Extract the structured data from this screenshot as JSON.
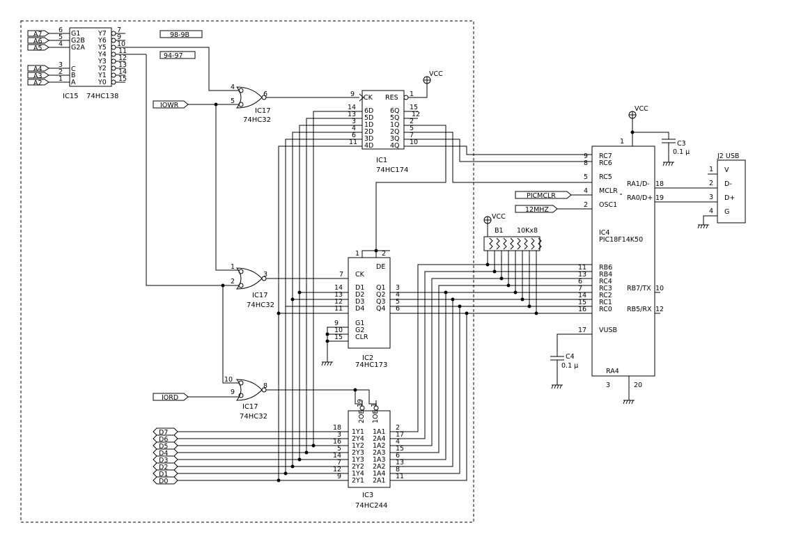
{
  "power": {
    "vcc": "VCC"
  },
  "ic15": {
    "ref": "IC15",
    "part": "74HC138",
    "in_pins": [
      {
        "name": "G1",
        "num": "6",
        "sig": "A7"
      },
      {
        "name": "G2B",
        "num": "5",
        "sig": "A6"
      },
      {
        "name": "G2A",
        "num": "4",
        "sig": "A5"
      },
      {
        "name": "C",
        "num": "3",
        "sig": "A4"
      },
      {
        "name": "B",
        "num": "2",
        "sig": "A3"
      },
      {
        "name": "A",
        "num": "1",
        "sig": "A2"
      }
    ],
    "out_pins": [
      {
        "name": "Y7",
        "num": "7"
      },
      {
        "name": "Y6",
        "num": "9"
      },
      {
        "name": "Y5",
        "num": "10"
      },
      {
        "name": "Y4",
        "num": "11"
      },
      {
        "name": "Y3",
        "num": "12"
      },
      {
        "name": "Y2",
        "num": "13"
      },
      {
        "name": "Y1",
        "num": "14"
      },
      {
        "name": "Y0",
        "num": "15"
      }
    ],
    "range1": "98-9B",
    "range2": "94-97"
  },
  "ic17": {
    "ref": "IC17",
    "part": "74HC32",
    "gate_a": {
      "in1": "4",
      "in2": "5",
      "out": "6"
    },
    "gate_b": {
      "in1": "1",
      "in2": "2",
      "out": "3"
    },
    "gate_c": {
      "in1": "10",
      "in2": "9",
      "out": "8"
    }
  },
  "signals": {
    "iowr": "IOWR",
    "iord": "IORD",
    "picmclr": "PICMCLR",
    "clk": "12MHZ"
  },
  "ic1": {
    "ref": "IC1",
    "part": "74HC174",
    "ck": "CK",
    "ck_num": "9",
    "res": "RES",
    "res_num": "1",
    "d_pins": [
      {
        "name": "6D",
        "num": "14"
      },
      {
        "name": "5D",
        "num": "13"
      },
      {
        "name": "1D",
        "num": "3"
      },
      {
        "name": "2D",
        "num": "4"
      },
      {
        "name": "3D",
        "num": "6"
      },
      {
        "name": "4D",
        "num": "11"
      }
    ],
    "q_pins": [
      {
        "name": "6Q",
        "num": "15"
      },
      {
        "name": "5Q",
        "num": "12"
      },
      {
        "name": "1Q",
        "num": "2"
      },
      {
        "name": "2Q",
        "num": "5"
      },
      {
        "name": "3Q",
        "num": "7"
      },
      {
        "name": "4Q",
        "num": "10"
      }
    ]
  },
  "ic2": {
    "ref": "IC2",
    "part": "74HC173",
    "oe_nums": [
      "1",
      "2"
    ],
    "de": "DE",
    "ck": "CK",
    "ck_num": "7",
    "d_pins": [
      {
        "name": "D1",
        "num": "14"
      },
      {
        "name": "D2",
        "num": "13"
      },
      {
        "name": "D3",
        "num": "12"
      },
      {
        "name": "D4",
        "num": "11"
      }
    ],
    "q_pins": [
      {
        "name": "Q1",
        "num": "3"
      },
      {
        "name": "Q2",
        "num": "4"
      },
      {
        "name": "Q3",
        "num": "5"
      },
      {
        "name": "Q4",
        "num": "6"
      }
    ],
    "ctl_pins": [
      {
        "name": "G1",
        "num": "9"
      },
      {
        "name": "G2",
        "num": "10"
      },
      {
        "name": "CLR",
        "num": "15"
      }
    ]
  },
  "ic3": {
    "ref": "IC3",
    "part": "74HC244",
    "oe_labels": [
      "2OE",
      "1OE"
    ],
    "oe_nums": [
      "19",
      "1"
    ],
    "rows": [
      {
        "data": "D7",
        "in": "18",
        "y": "1Y1",
        "a": "1A1",
        "anum": "2"
      },
      {
        "data": "D6",
        "in": "3",
        "y": "2Y4",
        "a": "2A4",
        "anum": "17"
      },
      {
        "data": "D5",
        "in": "16",
        "y": "1Y2",
        "a": "1A2",
        "anum": "4"
      },
      {
        "data": "D4",
        "in": "5",
        "y": "2Y3",
        "a": "2A3",
        "anum": "15"
      },
      {
        "data": "D3",
        "in": "14",
        "y": "1Y3",
        "a": "1A3",
        "anum": "6"
      },
      {
        "data": "D2",
        "in": "7",
        "y": "2Y2",
        "a": "2A2",
        "anum": "13"
      },
      {
        "data": "D1",
        "in": "12",
        "y": "1Y4",
        "a": "1A4",
        "anum": "8"
      },
      {
        "data": "D0",
        "in": "9",
        "y": "2Y1",
        "a": "2A1",
        "anum": "11"
      }
    ]
  },
  "ic4": {
    "ref": "IC4",
    "part": "PIC18F14K50",
    "vdd_num": "1",
    "left_pins": [
      {
        "name": "RC7",
        "num": "9"
      },
      {
        "name": "RC6",
        "num": "8"
      },
      {
        "name": "RC5",
        "num": "5"
      },
      {
        "name": "MCLR",
        "num": "4"
      },
      {
        "name": "OSC1",
        "num": "2"
      },
      {
        "name": "RB6",
        "num": "11"
      },
      {
        "name": "RB4",
        "num": "13"
      },
      {
        "name": "RC4",
        "num": "6"
      },
      {
        "name": "RC3",
        "num": "7"
      },
      {
        "name": "RC2",
        "num": "14"
      },
      {
        "name": "RC1",
        "num": "15"
      },
      {
        "name": "RC0",
        "num": "16"
      },
      {
        "name": "VUSB",
        "num": "17"
      }
    ],
    "right_pins": [
      {
        "name": "RA1/D-",
        "num": "18"
      },
      {
        "name": "RA0/D+",
        "num": "19"
      },
      {
        "name": "RB7/TX",
        "num": "10"
      },
      {
        "name": "RB5/RX",
        "num": "12"
      }
    ],
    "ra4": "RA4",
    "ra4_num": "3",
    "gnd_num": "20"
  },
  "c3": {
    "ref": "C3",
    "value": "0.1 μ"
  },
  "c4": {
    "ref": "C4",
    "value": "0.1 μ"
  },
  "b1": {
    "ref": "B1",
    "value": "10Kx8"
  },
  "j2": {
    "ref": "J2 USB",
    "pins": [
      {
        "num": "1",
        "name": "V"
      },
      {
        "num": "2",
        "name": "D-"
      },
      {
        "num": "3",
        "name": "D+"
      },
      {
        "num": "4",
        "name": "G"
      }
    ]
  }
}
